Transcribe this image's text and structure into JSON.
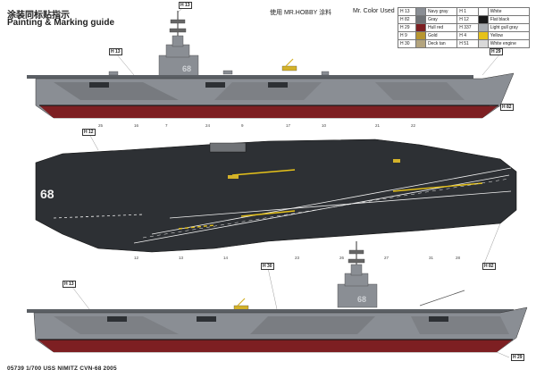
{
  "header": {
    "title_cn": "涂装同标贴指示",
    "title_en": "Painting & Marking guide",
    "brand_label": "使用 MR.HOBBY 涂料",
    "color_used_label": "Mr. Color Used"
  },
  "legend": {
    "rows": [
      {
        "code_a": "H 13",
        "name_a": "Navy gray",
        "color_a": "#8a8e94",
        "code_b": "H 1",
        "name_b": "White",
        "color_b": "#ffffff"
      },
      {
        "code_a": "H 82",
        "name_a": "Gray",
        "color_a": "#6f7276",
        "code_b": "H 12",
        "name_b": "Flat black",
        "color_b": "#1a1a1a"
      },
      {
        "code_a": "H 29",
        "name_a": "Hull red",
        "color_a": "#7d1f22",
        "code_b": "H 337",
        "name_b": "Light gull gray",
        "color_b": "#a9adb1"
      },
      {
        "code_a": "H 9",
        "name_a": "Gold",
        "color_a": "#b89630",
        "code_b": "H 4",
        "name_b": "Yellow",
        "color_b": "#e6c21a"
      },
      {
        "code_a": "H 30",
        "name_a": "Deck tan",
        "color_a": "#b3a47e",
        "code_b": "H 51",
        "name_b": "White engine",
        "color_b": "#d9d9d9"
      }
    ]
  },
  "markers": {
    "top_island": "H 13",
    "top_stern": "H 82",
    "top_bow": "H 29",
    "top_mast": "H 13",
    "deck_left": "H 12",
    "deck_right": "H 82",
    "bottom_island": "H 13",
    "bottom_stern": "H 29",
    "bottom_bow": "H 30"
  },
  "deck_labels": {
    "top_hull_number": "68",
    "deck_number": "68",
    "bottom_hull_number": "68"
  },
  "callouts": [
    "25",
    "16",
    "7",
    "24",
    "9",
    "17",
    "10",
    "21",
    "22",
    "12",
    "13",
    "14",
    "23",
    "26",
    "27",
    "31",
    "28"
  ],
  "footer": {
    "text": "05739 1/700 USS NIMITZ CVN-68 2005"
  },
  "colors": {
    "hull_gray": "#8a8e94",
    "hull_red": "#7d1f22",
    "deck_dark": "#2d3034",
    "deck_line_white": "#f2f2f2",
    "deck_line_yellow": "#e6c21a"
  }
}
